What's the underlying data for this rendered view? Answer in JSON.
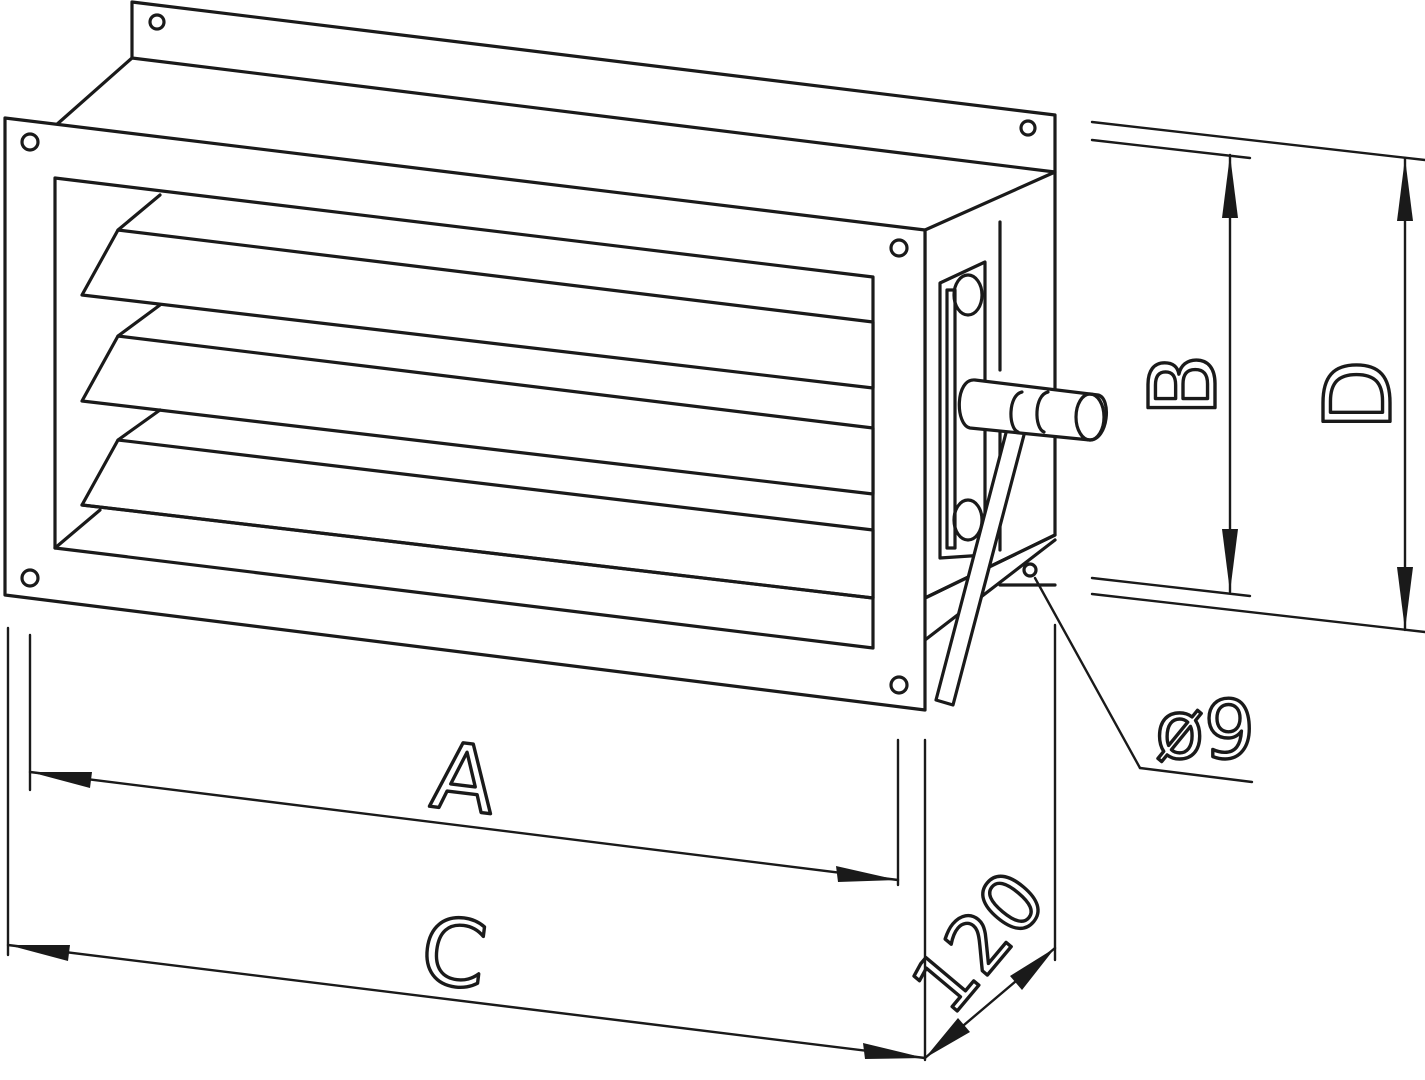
{
  "dimensions": {
    "a": "A",
    "b": "B",
    "c": "C",
    "d": "D",
    "depth": "120",
    "hole_diameter": "ø9"
  },
  "colors": {
    "line": "#1a1a1a",
    "background": "#ffffff"
  }
}
